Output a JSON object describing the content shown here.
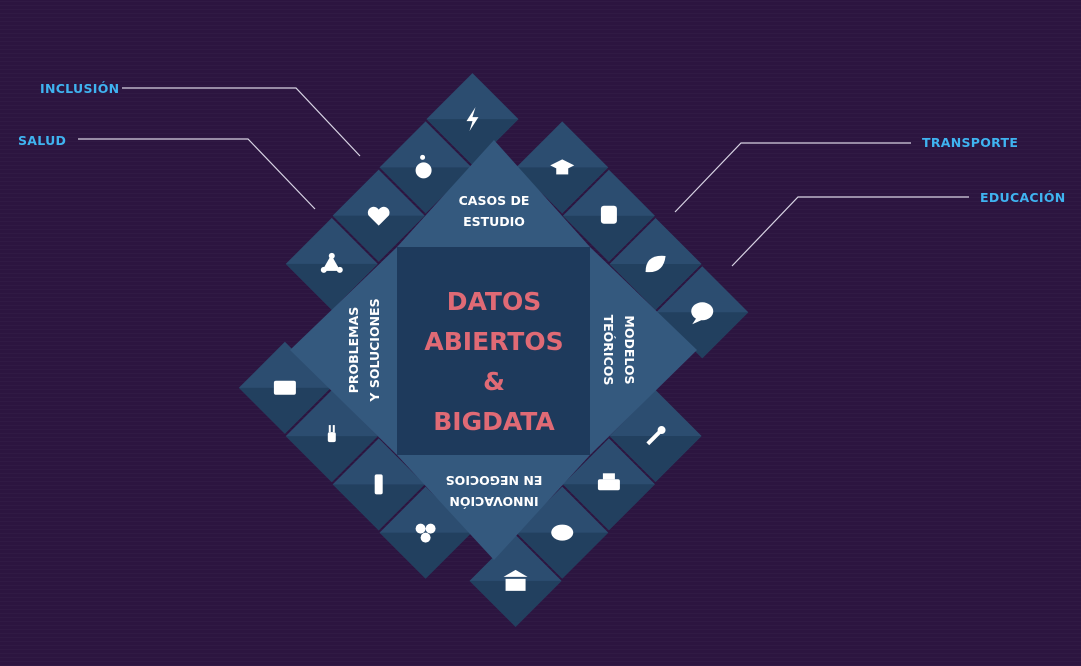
{
  "center": {
    "line1": "DATOS",
    "line2": "ABIERTOS",
    "line3": "&",
    "line4": "BIGDATA"
  },
  "sectors": {
    "top": [
      "CASOS DE",
      "ESTUDIO"
    ],
    "left": [
      "PROBLEMAS",
      "Y SOLUCIONES"
    ],
    "right": [
      "MODELOS",
      "TEÓRICOS"
    ],
    "bottom": [
      "INNOVACIÓN",
      "EN NEGOCIOS"
    ]
  },
  "callouts": {
    "inclusion": "INCLUSIÓN",
    "salud": "SALUD",
    "transporte": "TRANSPORTE",
    "educacion": "EDUCACIÓN"
  },
  "colors": {
    "background": "#2c1540",
    "center": "#1e3a5c",
    "sector": "#34597e",
    "tile": "#2c4d70",
    "tile_shade": "#22405f",
    "callout": "#3fb3f0",
    "title": "#e06a75"
  },
  "tiles": {
    "top_left": [
      "lightning-icon",
      "wheelchair-icon",
      "heart-icon",
      "network-icon"
    ],
    "top_right": [
      "chat-bubble-icon",
      "leaf-icon",
      "bus-icon",
      "graduation-cap-icon"
    ],
    "bottom_left": [
      "id-card-icon",
      "plug-icon",
      "usb-drive-icon",
      "coins-icon"
    ],
    "bottom_right": [
      "bank-icon",
      "piggy-bank-icon",
      "printer-icon",
      "tools-icon"
    ]
  }
}
